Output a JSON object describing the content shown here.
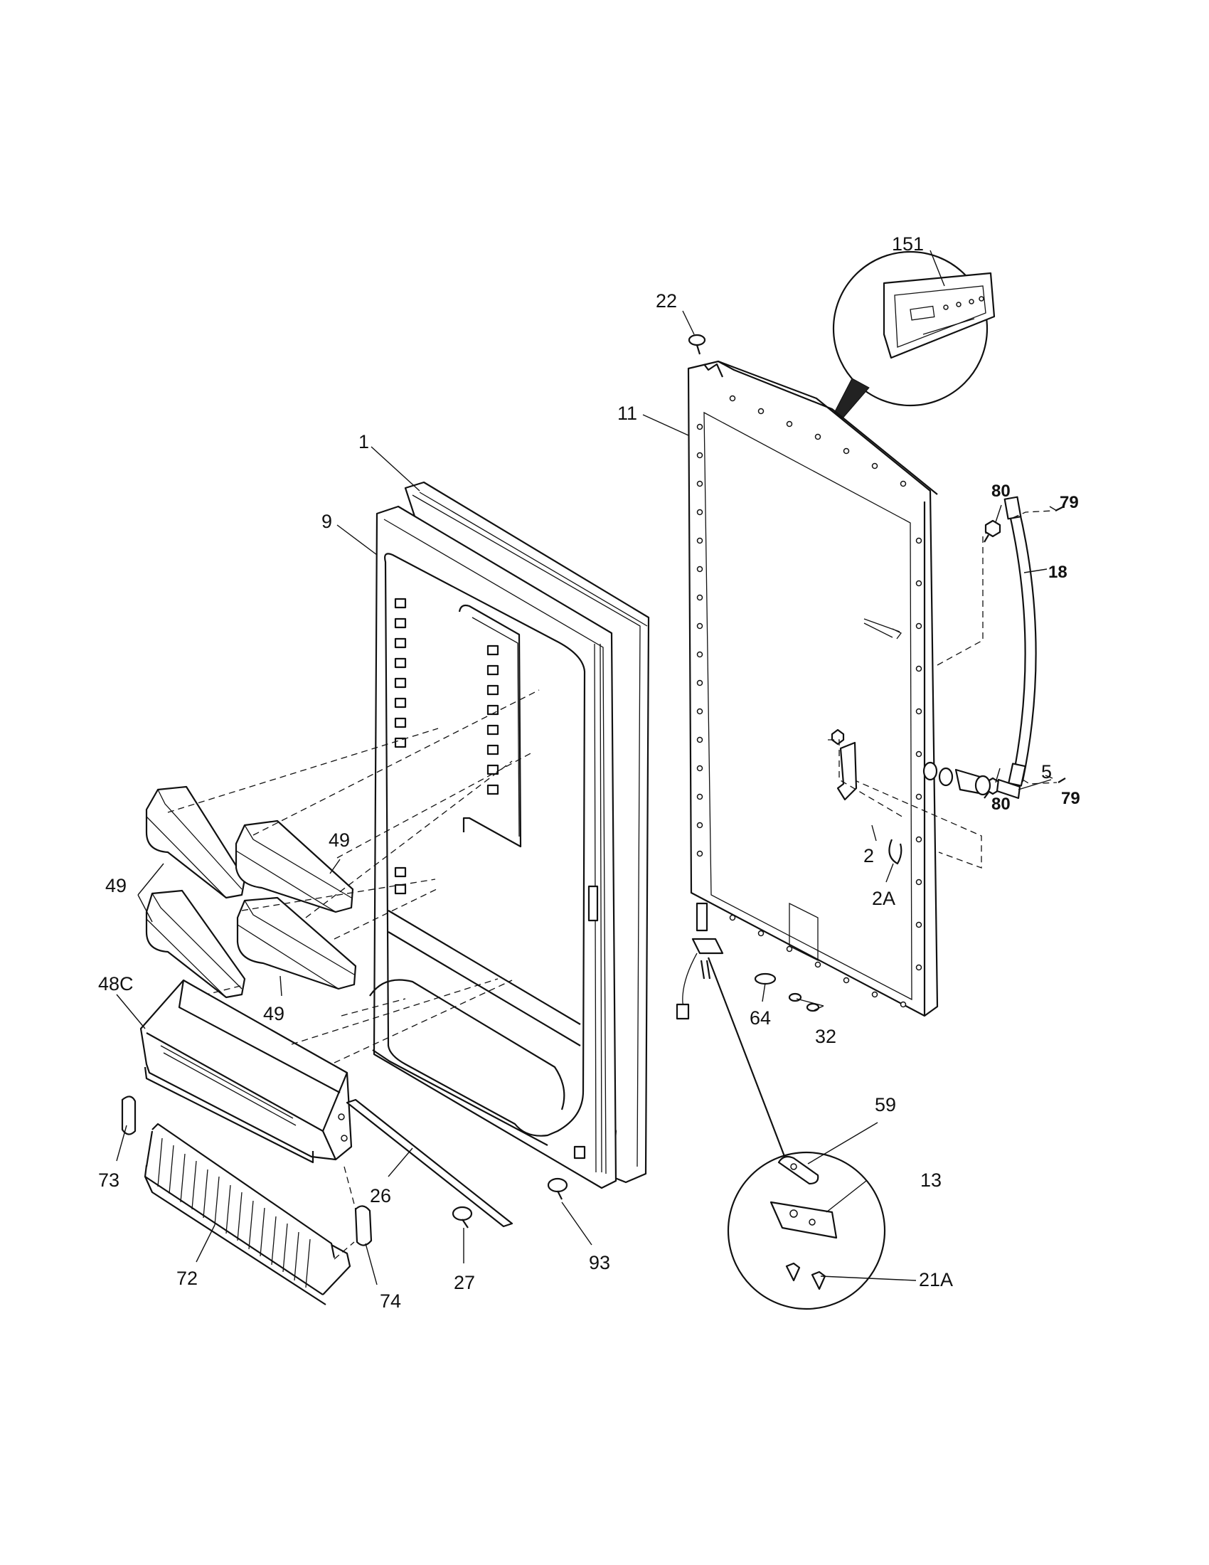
{
  "labels": {
    "l1": "1",
    "l2": "2",
    "l2a": "2A",
    "l5": "5",
    "l9": "9",
    "l11": "11",
    "l13": "13",
    "l18": "18",
    "l21a": "21A",
    "l22": "22",
    "l26": "26",
    "l27": "27",
    "l32": "32",
    "l48c": "48C",
    "l49a": "49",
    "l49b": "49",
    "l49c": "49",
    "l59": "59",
    "l64": "64",
    "l72": "72",
    "l73": "73",
    "l74": "74",
    "l79a": "79",
    "l79b": "79",
    "l80a": "80",
    "l80b": "80",
    "l93": "93",
    "l151": "151"
  }
}
